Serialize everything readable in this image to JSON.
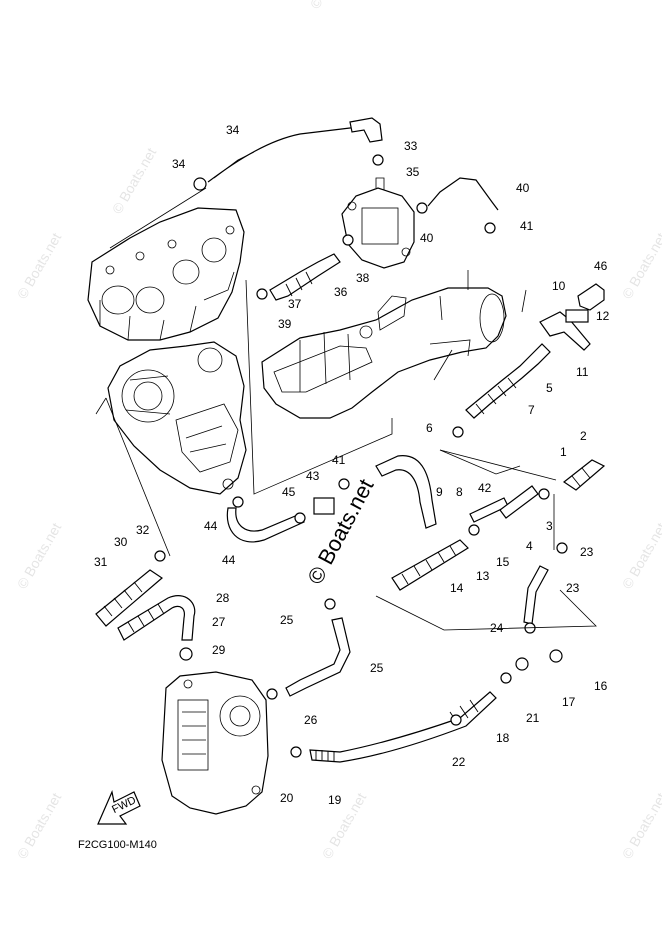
{
  "diagram_code": "F2CG100-M140",
  "fwd_label": "FWD",
  "watermarks": {
    "center": "© Boats.net",
    "tiled": "© Boats.net"
  },
  "colors": {
    "ink": "#000000",
    "paper": "#ffffff"
  },
  "parts": [
    "1",
    "2",
    "3",
    "4",
    "5",
    "6",
    "7",
    "8",
    "9",
    "10",
    "11",
    "12",
    "13",
    "14",
    "15",
    "16",
    "17",
    "18",
    "19",
    "20",
    "21",
    "22",
    "23",
    "23",
    "24",
    "25",
    "25",
    "26",
    "27",
    "28",
    "29",
    "30",
    "31",
    "32",
    "33",
    "34",
    "34",
    "35",
    "36",
    "37",
    "38",
    "39",
    "40",
    "40",
    "41",
    "41",
    "42",
    "43",
    "44",
    "44",
    "45",
    "46"
  ]
}
